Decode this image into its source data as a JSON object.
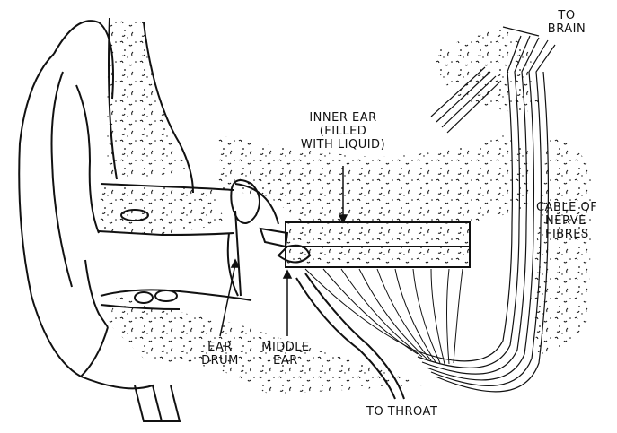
{
  "labels": {
    "to_brain": [
      "TO",
      "BRAIN"
    ],
    "inner_ear": [
      "INNER EAR",
      "(FILLED",
      "WITH LIQUID)"
    ],
    "cable": [
      "CABLE OF",
      "NERVE",
      "FIBRES"
    ],
    "ear_drum": [
      "EAR",
      "DRUM"
    ],
    "middle_ear": [
      "MIDDLE",
      "EAR"
    ],
    "to_throat": "TO THROAT"
  },
  "colors": {
    "ink": "#111111",
    "paper": "#ffffff"
  }
}
